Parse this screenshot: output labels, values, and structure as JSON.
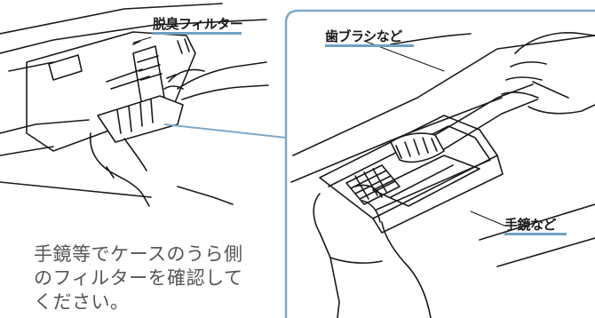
{
  "labels": {
    "deodorizing_filter": "脱臭フィルター",
    "toothbrush_etc": "歯ブラシなど",
    "hand_mirror_etc": "手鏡など"
  },
  "caption_lines": [
    "手鏡等でケースのうら側",
    "のフィルターを確認して",
    "ください。"
  ],
  "colors": {
    "accent_blue": "#7fa8c9",
    "ink": "#1a1a1a",
    "caption_gray": "#555555"
  }
}
